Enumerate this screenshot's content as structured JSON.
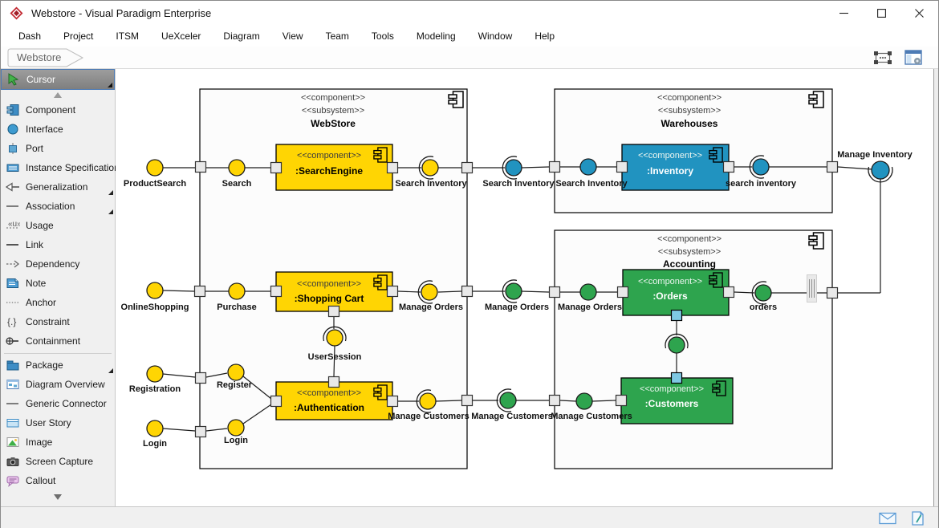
{
  "window": {
    "title": "Webstore - Visual Paradigm Enterprise"
  },
  "menubar": {
    "items": [
      "Dash",
      "Project",
      "ITSM",
      "UeXceler",
      "Diagram",
      "View",
      "Team",
      "Tools",
      "Modeling",
      "Window",
      "Help"
    ]
  },
  "toolbar": {
    "breadcrumb": "Webstore"
  },
  "sidebar": {
    "icon_glyphs": {
      "usage": "«u»",
      "constraint": "{.}"
    },
    "items": [
      {
        "label": "Cursor"
      },
      {
        "label": "Component"
      },
      {
        "label": "Interface"
      },
      {
        "label": "Port"
      },
      {
        "label": "Instance Specification"
      },
      {
        "label": "Generalization"
      },
      {
        "label": "Association"
      },
      {
        "label": "Usage"
      },
      {
        "label": "Link"
      },
      {
        "label": "Dependency"
      },
      {
        "label": "Note"
      },
      {
        "label": "Anchor"
      },
      {
        "label": "Constraint"
      },
      {
        "label": "Containment"
      },
      {
        "label": "Package"
      },
      {
        "label": "Diagram Overview"
      },
      {
        "label": "Generic Connector"
      },
      {
        "label": "User Story"
      },
      {
        "label": "Image"
      },
      {
        "label": "Screen Capture"
      },
      {
        "label": "Callout"
      }
    ]
  },
  "diagram": {
    "stereotypes": {
      "component": "<<component>>",
      "subsystem": "<<subsystem>>"
    },
    "subsystems": {
      "webstore": "WebStore",
      "warehouses": "Warehouses",
      "accounting": "Accounting"
    },
    "components": {
      "search_engine": ":SearchEngine",
      "inventory": ":Inventory",
      "shopping_cart": ":Shopping Cart",
      "authentication": ":Authentication",
      "orders": ":Orders",
      "customers": ":Customers"
    },
    "labels": {
      "product_search": "ProductSearch",
      "search": "Search",
      "search_inventory_1": "Search Inventory",
      "search_inventory_2": "Search Inventory",
      "search_inventory_3": "Search Inventory",
      "search_inventory_4": "search inventory",
      "manage_inventory": "Manage Inventory",
      "online_shopping": "OnlineShopping",
      "purchase": "Purchase",
      "manage_orders_1": "Manage Orders",
      "manage_orders_2": "Manage Orders",
      "manage_orders_3": "Manage Orders",
      "orders": "orders",
      "user_session": "UserSession",
      "registration": "Registration",
      "register": "Register",
      "login_1": "Login",
      "login_2": "Login",
      "manage_customers_1": "Manage Customers",
      "manage_customers_2": "Manage Customers",
      "manage_customers_3": "Manage Customers"
    },
    "colors": {
      "yellow": "#FFD503",
      "blue": "#2193C0",
      "green": "#2EA44E",
      "port": "#E8E8E8",
      "port_selected": "#7EC8E3"
    }
  }
}
